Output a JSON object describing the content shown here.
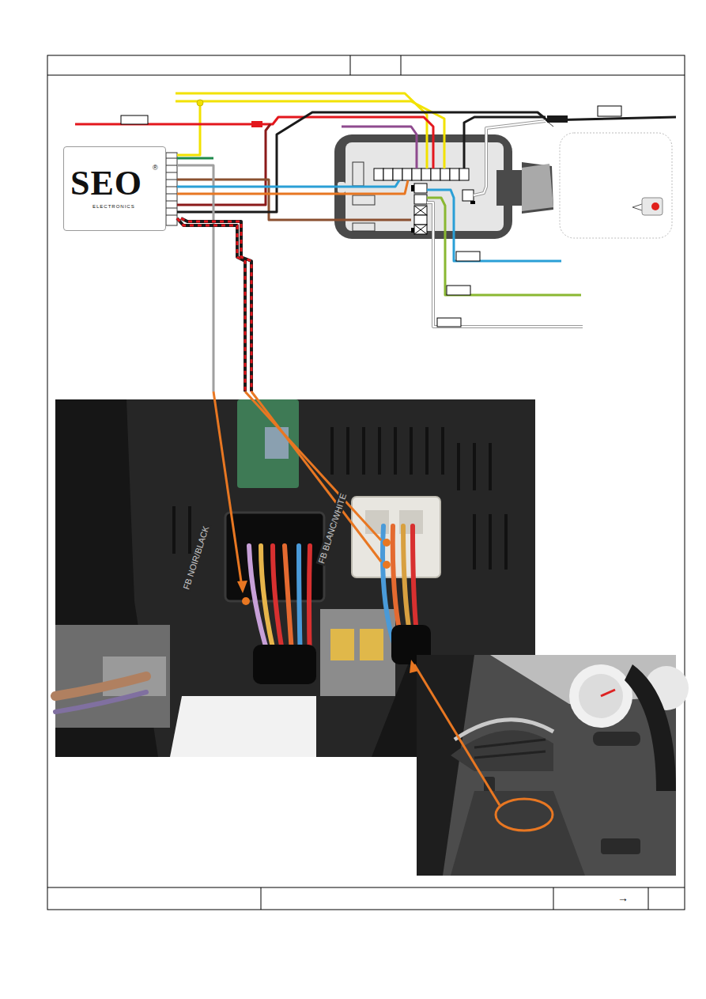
{
  "diagram": {
    "nodes": [
      {
        "text": [
          "SEO",
          "ELECTRONICS",
          "®"
        ]
      }
    ],
    "labels": [
      "FB NOIR/BLACK",
      "FB BLANC/WHITE",
      "→"
    ]
  }
}
